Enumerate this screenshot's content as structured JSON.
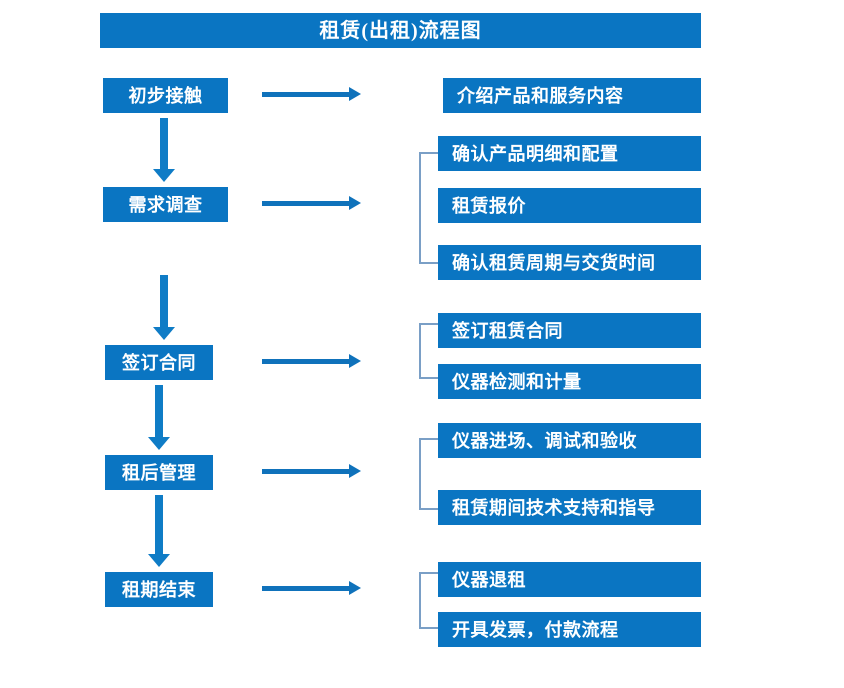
{
  "diagram": {
    "title": "租赁(出租)流程图",
    "accent_color": "#0a75c2",
    "arrow_color": "#0f72bb",
    "bracket_color": "#7a9fc6",
    "text_color": "#ffffff",
    "background_color": "#ffffff"
  },
  "stages": [
    {
      "id": "stage-1",
      "label": "初步接触"
    },
    {
      "id": "stage-2",
      "label": "需求调查"
    },
    {
      "id": "stage-3",
      "label": "签订合同"
    },
    {
      "id": "stage-4",
      "label": "租后管理"
    },
    {
      "id": "stage-5",
      "label": "租期结束"
    }
  ],
  "groups": [
    {
      "id": "group-1",
      "stage": "初步接触",
      "has_bracket": false,
      "details": [
        {
          "label": "介绍产品和服务内容"
        }
      ]
    },
    {
      "id": "group-2",
      "stage": "需求调查",
      "has_bracket": true,
      "details": [
        {
          "label": "确认产品明细和配置"
        },
        {
          "label": "租赁报价"
        },
        {
          "label": "确认租赁周期与交货时间"
        }
      ]
    },
    {
      "id": "group-3",
      "stage": "签订合同",
      "has_bracket": true,
      "details": [
        {
          "label": "签订租赁合同"
        },
        {
          "label": "仪器检测和计量"
        }
      ]
    },
    {
      "id": "group-4",
      "stage": "租后管理",
      "has_bracket": true,
      "details": [
        {
          "label": "仪器进场、调试和验收"
        },
        {
          "label": "租赁期间技术支持和指导"
        }
      ]
    },
    {
      "id": "group-5",
      "stage": "租期结束",
      "has_bracket": true,
      "details": [
        {
          "label": "仪器退租"
        },
        {
          "label": "开具发票，付款流程"
        }
      ]
    }
  ],
  "connectors": {
    "horizontal_arrow_count": 5,
    "vertical_arrow_count": 4,
    "flow_direction": "top-to-bottom"
  }
}
